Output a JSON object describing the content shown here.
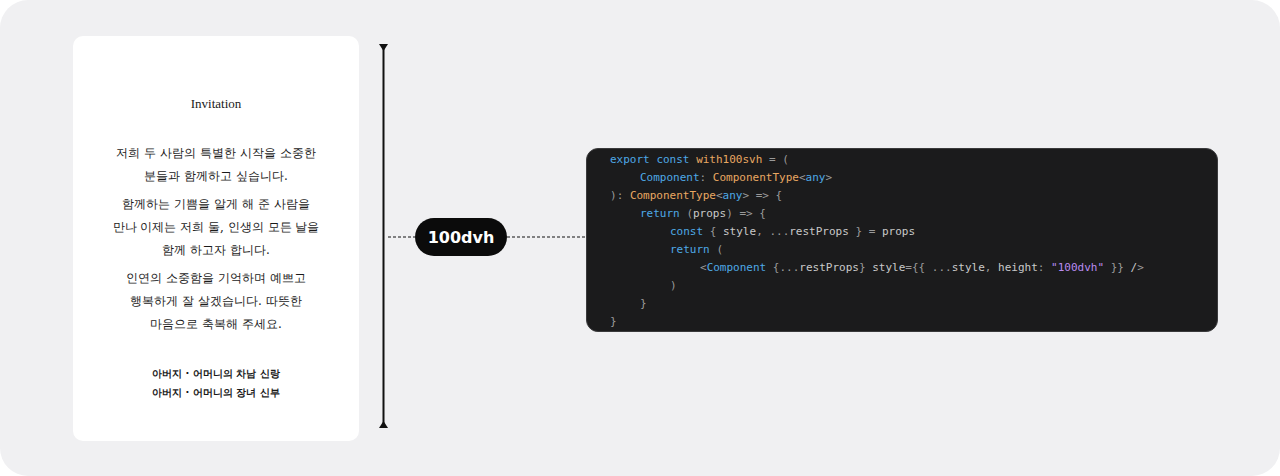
{
  "diagram": {
    "nodes": [
      {
        "text": [
          "Invitation",
          "저희 두 사람의 특별한 시작을 소중한 분들과 함께하고 싶습니다.",
          "함께하는 기쁨을 알게 해 준 사람을 만나 이제는 저희 둘, 인생의 모든 날을 함께 하고자 합니다.",
          "인연의 소중함을 기억하며 예쁘고 행복하게 잘 살겠습니다. 따뜻한 마음으로 축복해 주세요.",
          "아버지 · 어머니의 차남 신랑",
          "아버지 · 어머니의 장녀 신부"
        ]
      },
      {
        "text": [
          "100dvh"
        ]
      },
      {
        "text": [
          "export const with100svh = (",
          "Component: ComponentType<any>",
          "): ComponentType<any> => {",
          "return (props) => {",
          "const { style, ...restProps } = props",
          "return (",
          "<Component {...restProps} style={{ ...style, height: \"100dvh\" }} />",
          ")",
          "}",
          "}"
        ]
      }
    ],
    "edges": [
      {
        "from": 1,
        "to": 2,
        "arrow": "none"
      }
    ]
  }
}
